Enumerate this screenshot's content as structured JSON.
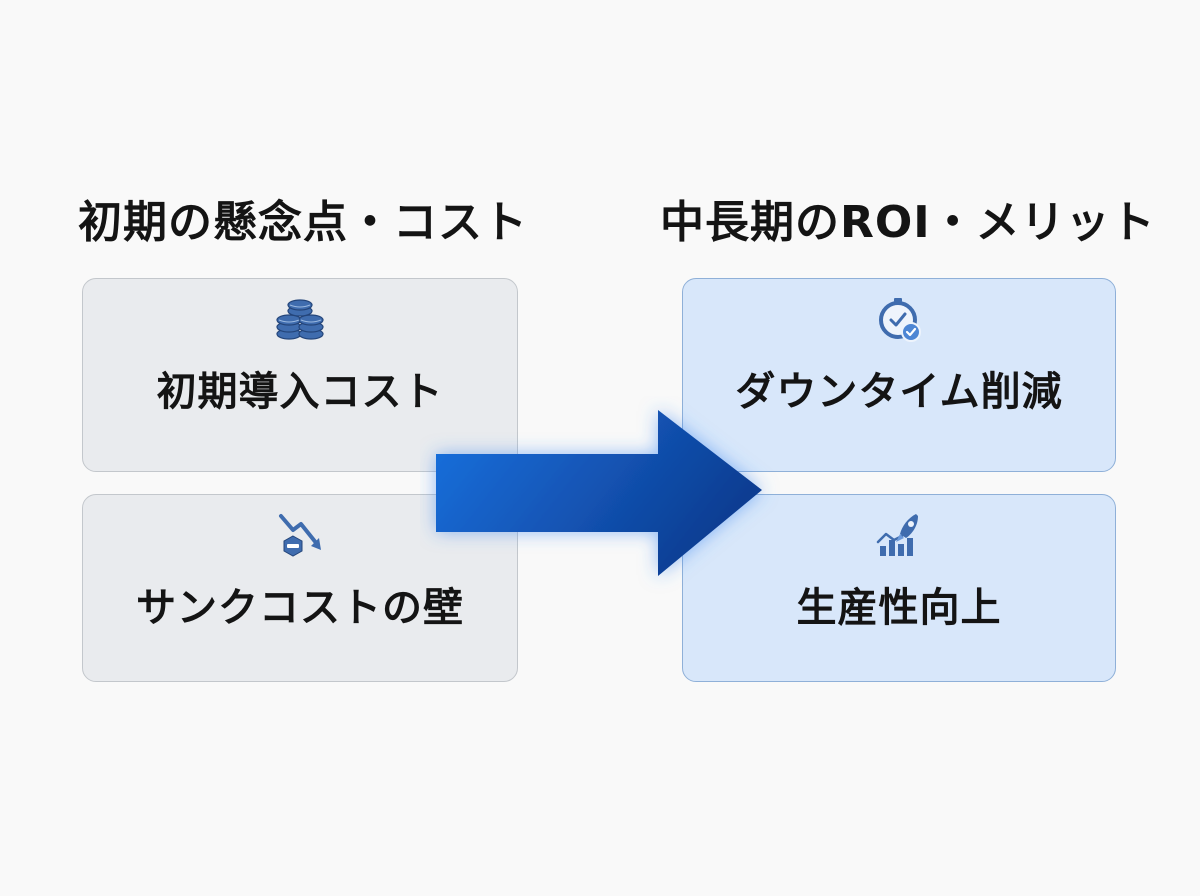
{
  "headings": {
    "left": "初期の懸念点・コスト",
    "right": "中長期のROI・メリット"
  },
  "cost_cards": [
    {
      "label": "初期導入コスト",
      "icon": "coin-stack-icon"
    },
    {
      "label": "サンクコストの壁",
      "icon": "declining-trend-icon"
    }
  ],
  "benefit_cards": [
    {
      "label": "ダウンタイム削減",
      "icon": "clock-check-icon"
    },
    {
      "label": "生産性向上",
      "icon": "rocket-growth-chart-icon"
    }
  ],
  "colors": {
    "cost_card_bg": "#e9ebee",
    "cost_card_border": "#c3c7cc",
    "benefit_card_bg": "#d8e7fa",
    "benefit_card_border": "#8fb0d8",
    "icon_blue": "#3f6cae",
    "arrow_start": "#1a72e0",
    "arrow_end": "#0d3d92"
  }
}
